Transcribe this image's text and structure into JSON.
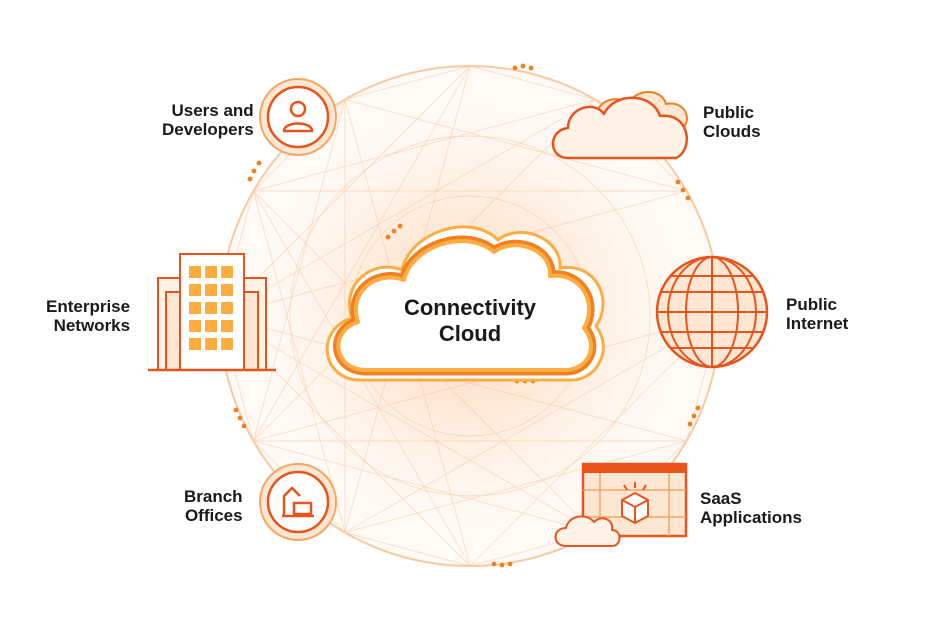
{
  "center": {
    "line1": "Connectivity",
    "line2": "Cloud"
  },
  "nodes": {
    "users": {
      "line1": "Users and",
      "line2": "Developers",
      "icon": "user-icon"
    },
    "enterprise": {
      "line1": "Enterprise",
      "line2": "Networks",
      "icon": "office-building-icon"
    },
    "branch": {
      "line1": "Branch",
      "line2": "Offices",
      "icon": "branch-office-icon"
    },
    "public_clouds": {
      "line1": "Public",
      "line2": "Clouds",
      "icon": "cloud-icon"
    },
    "public_internet": {
      "line1": "Public",
      "line2": "Internet",
      "icon": "globe-icon"
    },
    "saas": {
      "line1": "SaaS",
      "line2": "Applications",
      "icon": "saas-app-window-icon"
    }
  },
  "colors": {
    "accent": "#f38020",
    "accent_dark": "#e8541c",
    "accent_light": "#fbad41",
    "fill_light": "#fde7d2",
    "text": "#1a1a1a"
  }
}
